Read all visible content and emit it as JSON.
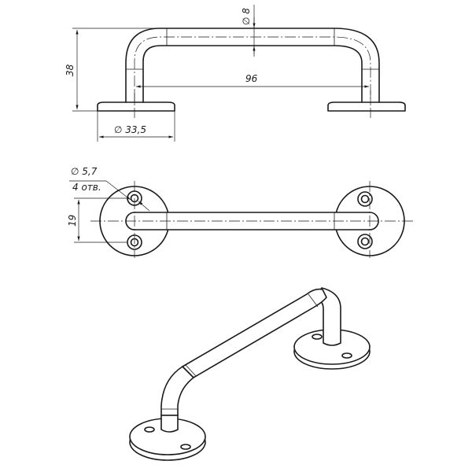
{
  "dimensions": {
    "height": "38",
    "tube_diameter": "∅ 8",
    "center_distance": "96",
    "base_diameter": "∅ 33,5",
    "hole_diameter": "∅ 5,7",
    "hole_count": "4 отв.",
    "hole_spacing": "19"
  },
  "colors": {
    "line": "#1a1a1a",
    "background": "#ffffff"
  }
}
